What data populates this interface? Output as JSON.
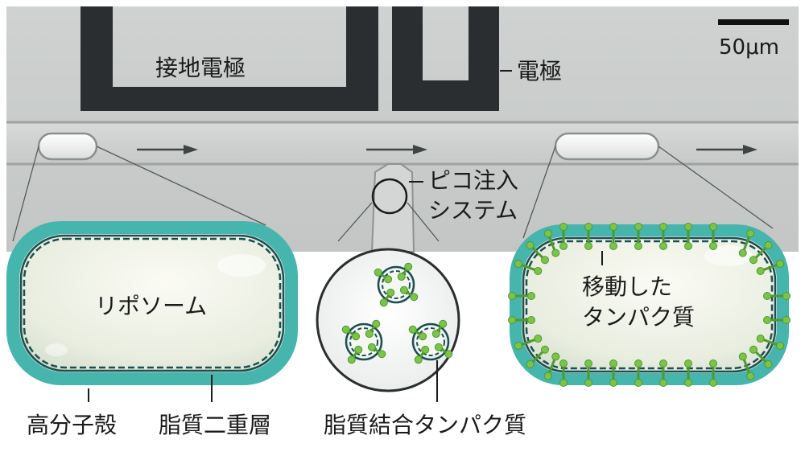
{
  "labels": {
    "ground_electrode": "接地電極",
    "electrode": "電極",
    "scale_bar": "50μm",
    "pico_injection": [
      "ピコ注入",
      "システム"
    ],
    "liposome": "リポソーム",
    "moved_protein": [
      "移動した",
      "タンパク質"
    ],
    "polymer_shell": "高分子殻",
    "lipid_bilayer": "脂質二重層",
    "lipid_binding_protein": "脂質結合タンパク質"
  },
  "colors": {
    "background": "#ffffff",
    "micrograph": "#c9cccb",
    "electrode": "#2b2e31",
    "shell": "#45b5ad",
    "lipid_line": "#1c4f52",
    "protein": "#7cc34a"
  }
}
